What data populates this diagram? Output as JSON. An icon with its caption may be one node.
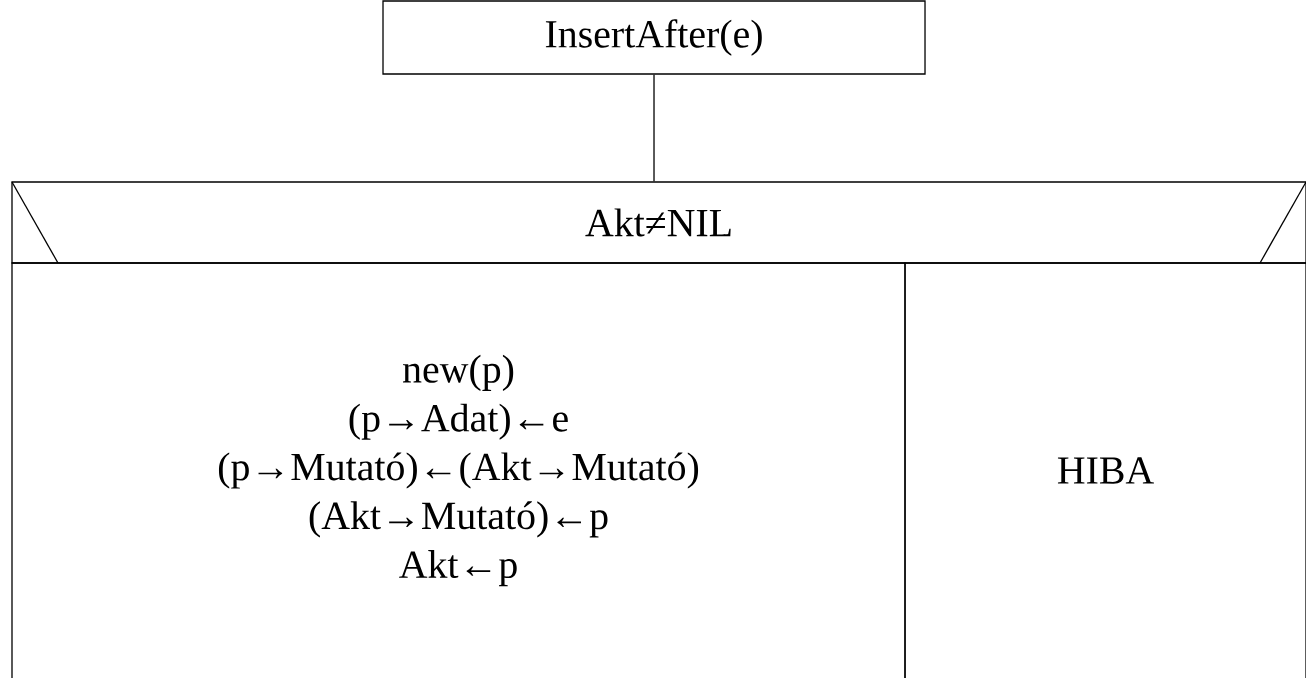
{
  "diagram": {
    "nodes": [
      {
        "text": [
          "InsertAfter(e)"
        ]
      },
      {
        "text": [
          "Akt≠NIL"
        ]
      },
      {
        "text": [
          "new(p)",
          "(p→Adat)←e",
          "(p→Mutató)←(Akt→Mutató)",
          "(Akt→Mutató)←p",
          "Akt←p"
        ]
      },
      {
        "text": [
          "HIBA"
        ]
      }
    ],
    "edges": [
      {
        "from": 0,
        "to": 1,
        "arrow": "none"
      }
    ]
  }
}
